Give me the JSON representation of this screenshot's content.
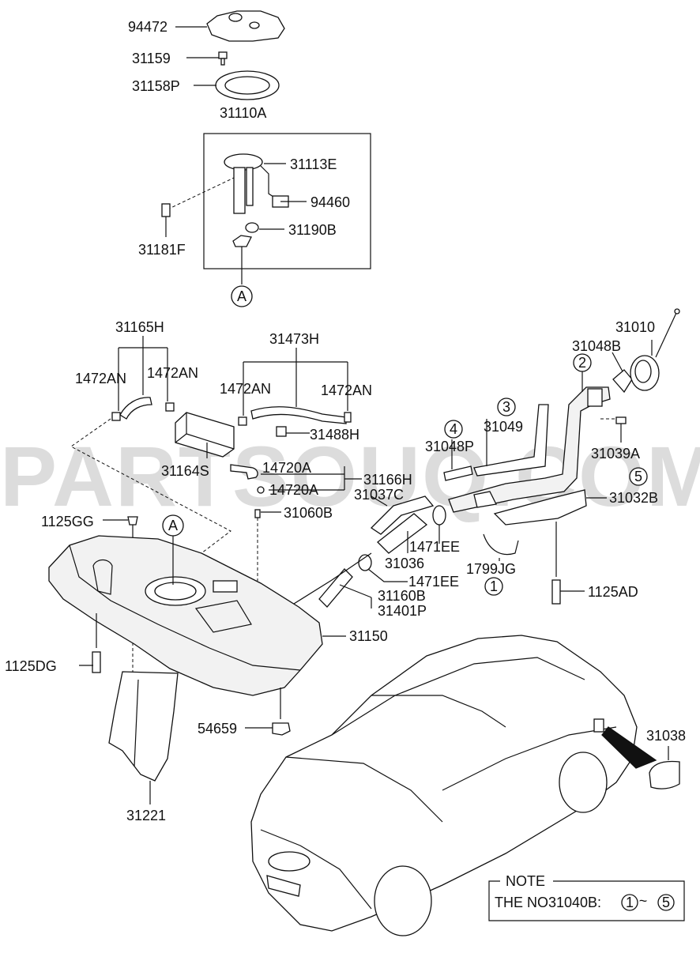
{
  "watermark": "PARTSOUQ.COM",
  "labels": {
    "p94472": "94472",
    "p31159": "31159",
    "p31158P": "31158P",
    "p31110A": "31110A",
    "p31113E": "31113E",
    "p94460": "94460",
    "p31181F": "31181F",
    "p31190B": "31190B",
    "p31165H": "31165H",
    "p1472AN_a": "1472AN",
    "p1472AN_b": "1472AN",
    "p31473H": "31473H",
    "p1472AN_c": "1472AN",
    "p1472AN_d": "1472AN",
    "p31488H": "31488H",
    "p31164S": "31164S",
    "p14720A_a": "14720A",
    "p14720A_b": "14720A",
    "p31166H": "31166H",
    "p31060B": "31060B",
    "p1125GG": "1125GG",
    "p31010": "31010",
    "p31048B": "31048B",
    "p31049": "31049",
    "p31048P": "31048P",
    "p31039A": "31039A",
    "p31037C": "31037C",
    "p31032B": "31032B",
    "p1471EE_a": "1471EE",
    "p31036": "31036",
    "p1799JG": "1799JG",
    "p1471EE_b": "1471EE",
    "p31160B": "31160B",
    "p31401P": "31401P",
    "p1125AD": "1125AD",
    "p31150": "31150",
    "p1125DG": "1125DG",
    "p54659": "54659",
    "p31221": "31221",
    "p31038": "31038"
  },
  "callouts": {
    "A_top": "A",
    "A_tank": "A",
    "c1": "1",
    "c2": "2",
    "c3": "3",
    "c4": "4",
    "c5": "5"
  },
  "note": {
    "title": "NOTE",
    "text": "THE NO31040B:",
    "range_start": "1",
    "tilde": "~",
    "range_end": "5"
  }
}
